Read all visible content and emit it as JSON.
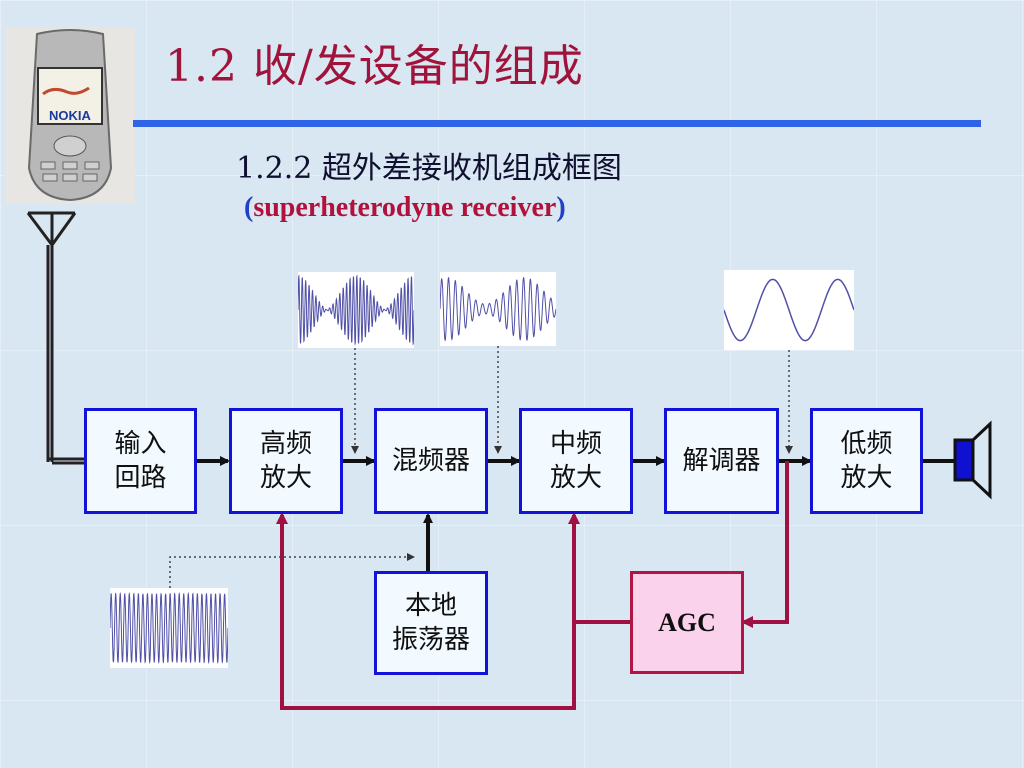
{
  "header": {
    "title": "1.2 收/发设备的组成",
    "subtitle": "1.2.2 超外差接收机组成框图",
    "subtitle_en_open": "(",
    "subtitle_en": "superheterodyne  receiver",
    "subtitle_en_close": ")"
  },
  "phone": {
    "brand": "NOKIA"
  },
  "blocks": {
    "input": [
      "输入",
      "回路"
    ],
    "rf_amp": [
      "高频",
      "放大"
    ],
    "mixer": [
      "混频器"
    ],
    "if_amp": [
      "中频",
      "放大"
    ],
    "demod": [
      "解调器"
    ],
    "lf_amp": [
      "低频",
      "放大"
    ],
    "lo": [
      "本地",
      "振荡器"
    ],
    "agc": [
      "AGC"
    ]
  },
  "colors": {
    "title": "#a0143c",
    "rule": "#2f64e8",
    "block_border": "#1212d8",
    "feedback_line": "#a01040",
    "agc_fill": "#fbd2ec",
    "wave": "#5050a8"
  },
  "icons": [
    "antenna-icon",
    "speaker-icon",
    "phone-image"
  ]
}
